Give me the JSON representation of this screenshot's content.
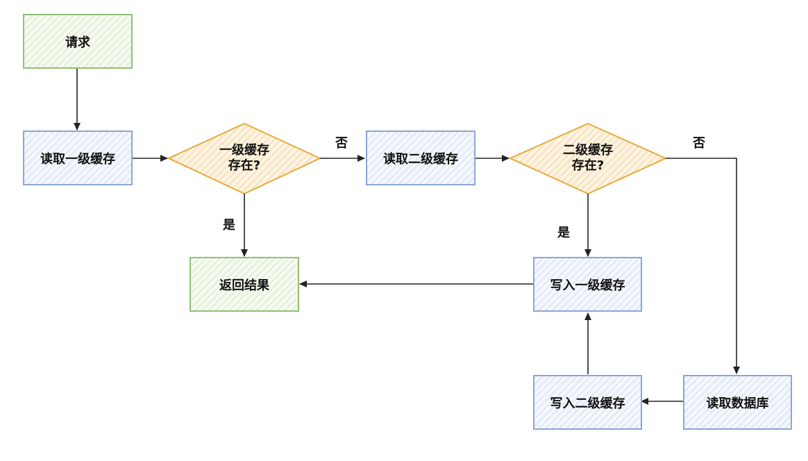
{
  "nodes": {
    "request": "请求",
    "read_l1": "读取一级缓存",
    "l1_exists_line1": "一级缓存",
    "l1_exists_line2": "存在?",
    "read_l2": "读取二级缓存",
    "l2_exists_line1": "二级缓存",
    "l2_exists_line2": "存在?",
    "return_result": "返回结果",
    "write_l1": "写入一级缓存",
    "write_l2": "写入二级缓存",
    "read_db": "读取数据库"
  },
  "edges": {
    "no_l1": "否",
    "yes_l1": "是",
    "no_l2": "否",
    "yes_l2": "是"
  },
  "colors": {
    "start_end": "#8fbf74",
    "process": "#8aa6d6",
    "decision": "#e8a93a"
  }
}
